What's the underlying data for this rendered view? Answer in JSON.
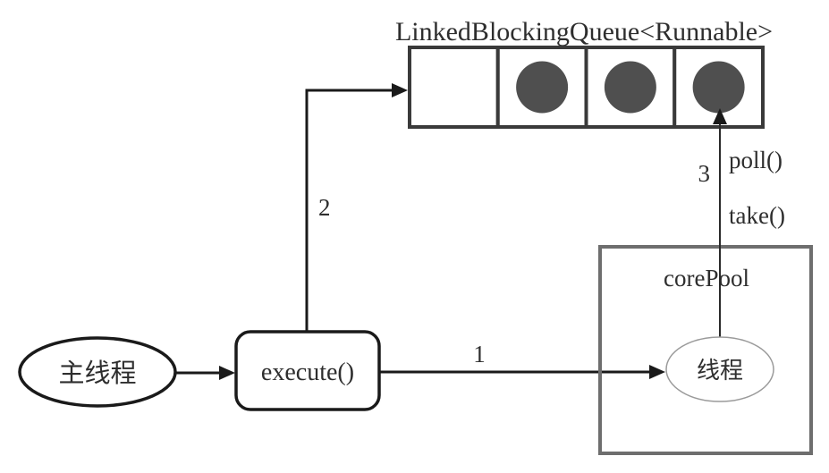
{
  "diagram": {
    "queue": {
      "title": "LinkedBlockingQueue<Runnable>",
      "cells": [
        "empty",
        "filled",
        "filled",
        "filled"
      ]
    },
    "nodes": {
      "main_thread_label": "主线程",
      "execute_label": "execute()",
      "core_pool_label": "corePool",
      "thread_label": "线程"
    },
    "edges": {
      "step1_label": "1",
      "step2_label": "2",
      "step3_label": "3",
      "poll_label": "poll()",
      "take_label": "take()"
    },
    "colors": {
      "task_fill": "#4f4f4f",
      "queue_border": "#3a3a3a",
      "pool_border": "#6e6e6e",
      "line": "#1a1a1a",
      "text": "#2e2e2e",
      "background": "#ffffff"
    }
  }
}
